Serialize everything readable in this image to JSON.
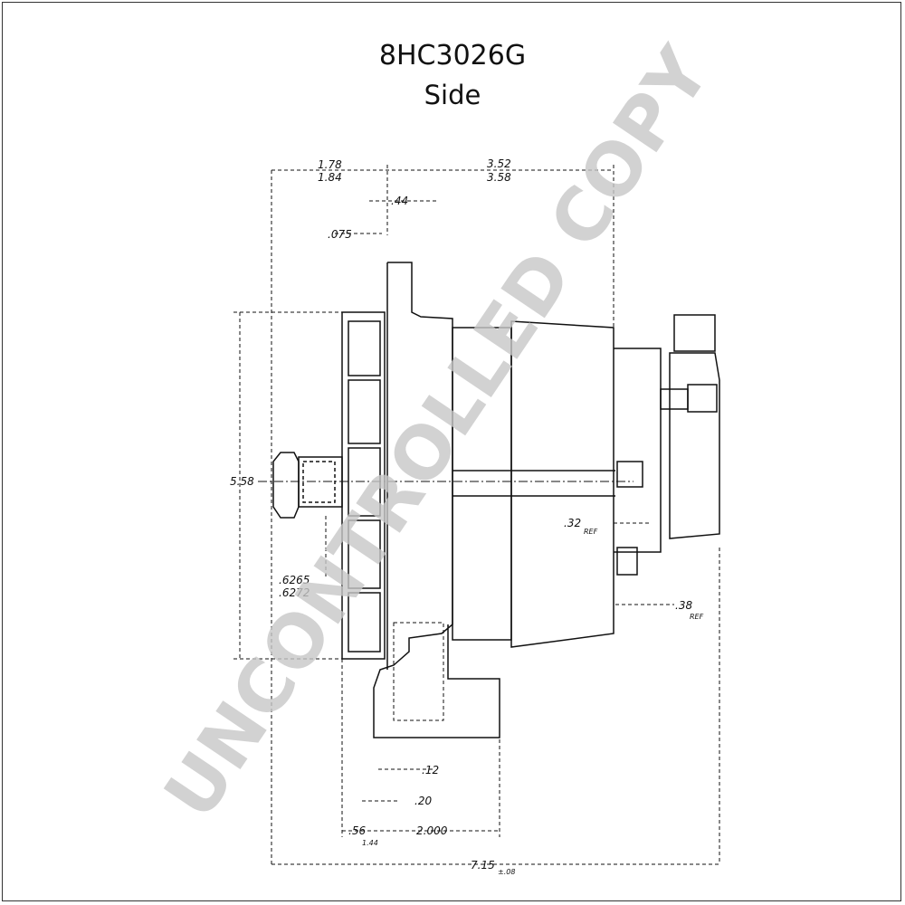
{
  "title": {
    "model": "8HC3026G",
    "view": "Side"
  },
  "watermark": "UNCONTROLLED COPY",
  "dimensions": {
    "d_178": "1.78",
    "d_184": "1.84",
    "d_352": "3.52",
    "d_358": "3.58",
    "d_44": ".44",
    "d_075": ".075",
    "d_558": "5.58",
    "d_6265": ".6265",
    "d_6272": ".6272",
    "d_32": ".32",
    "d_38": ".38",
    "d_12": ".12",
    "d_20": ".20",
    "d_56": ".56",
    "d_2000": "2.000",
    "d_715": "7.15",
    "ref": "REF",
    "tol": "±.08",
    "tol2": "1.44"
  },
  "colors": {
    "line": "#111111",
    "watermark": "#c8c8c8"
  }
}
